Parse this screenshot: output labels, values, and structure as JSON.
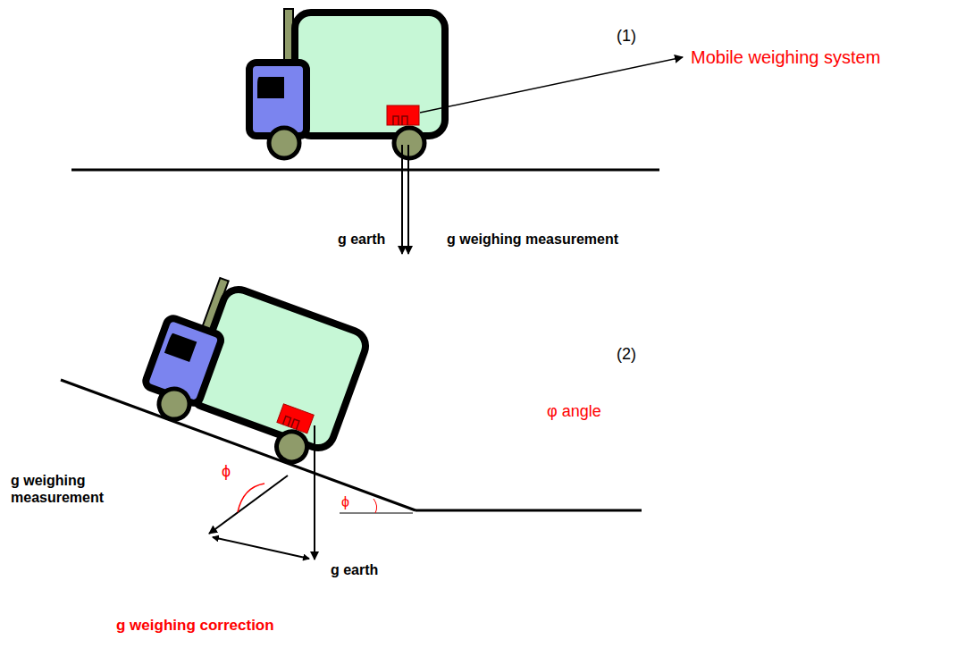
{
  "diagram": {
    "labels": [
      "(1)",
      "Mobile weighing system",
      "g earth",
      "g weighing measurement",
      "(2)",
      "φ angle",
      "ϕ",
      "g weighing measurement",
      "ϕ",
      "g earth",
      "g weighing correction"
    ]
  }
}
